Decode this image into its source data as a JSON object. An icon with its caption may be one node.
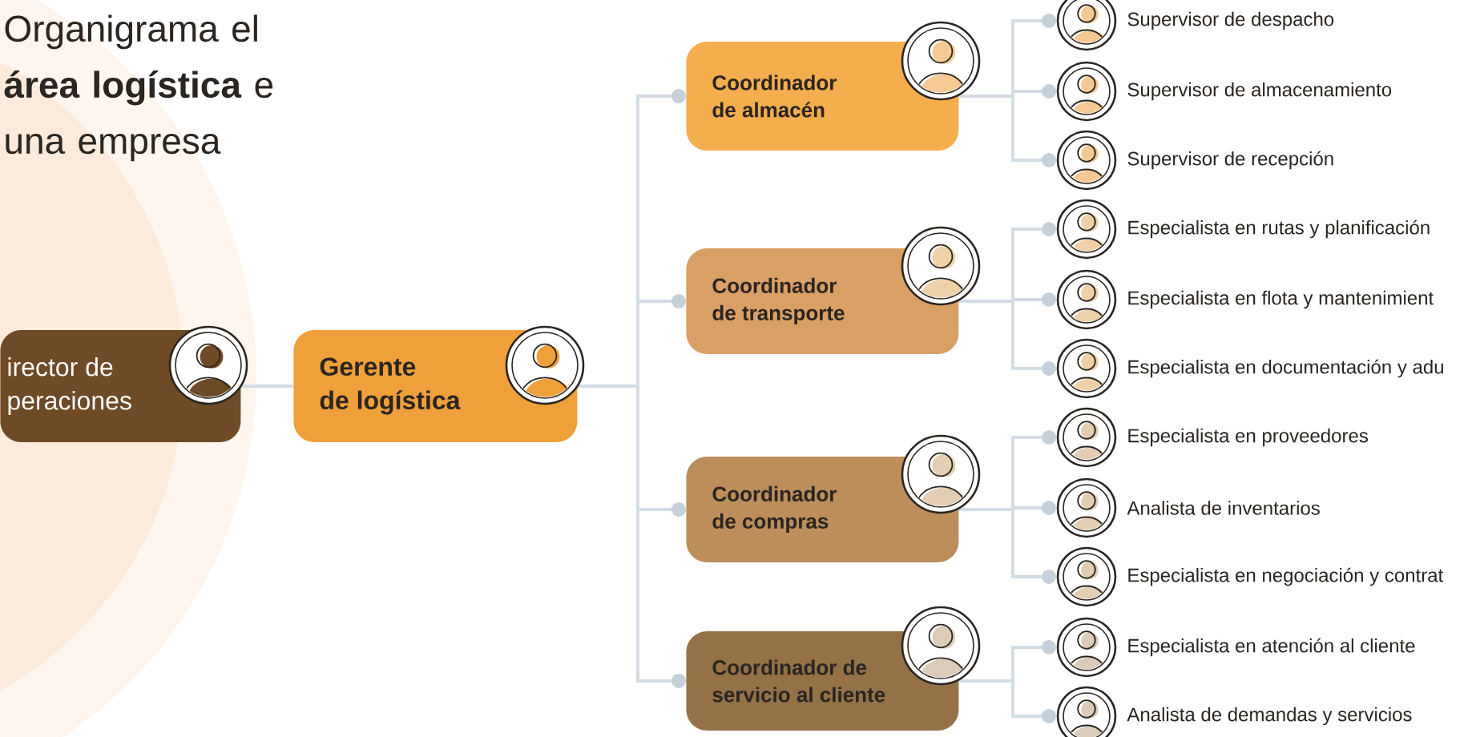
{
  "diagram": {
    "title": "Organigrama el **área logística** e una empresa",
    "nodes": [
      {
        "text": [
          "irector de peraciones"
        ]
      },
      {
        "text": [
          "Gerente de logística"
        ]
      },
      {
        "text": [
          "Coordinador de almacén"
        ]
      },
      {
        "text": [
          "Coordinador de transporte"
        ]
      },
      {
        "text": [
          "Coordinador de compras"
        ]
      },
      {
        "text": [
          "Coordinador de servicio al cliente"
        ]
      },
      {
        "text": [
          "Supervisor de despacho"
        ]
      },
      {
        "text": [
          "Supervisor de almacenamiento"
        ]
      },
      {
        "text": [
          "Supervisor de recepción"
        ]
      },
      {
        "text": [
          "Especialista en rutas y planificación"
        ]
      },
      {
        "text": [
          "Especialista en flota y mantenimient"
        ]
      },
      {
        "text": [
          "Especialista en documentación y adu"
        ]
      },
      {
        "text": [
          "Especialista en proveedores"
        ]
      },
      {
        "text": [
          "Analista de inventarios"
        ]
      },
      {
        "text": [
          "Especialista en negociación y contrat"
        ]
      },
      {
        "text": [
          "Especialista en atención al cliente"
        ]
      },
      {
        "text": [
          "Analista de demandas y servicios"
        ]
      }
    ],
    "edges": [
      {
        "from": 0,
        "to": 1,
        "arrow": "none"
      },
      {
        "from": 1,
        "to": 2,
        "arrow": "other"
      },
      {
        "from": 1,
        "to": 3,
        "arrow": "other"
      },
      {
        "from": 1,
        "to": 4,
        "arrow": "other"
      },
      {
        "from": 1,
        "to": 5,
        "arrow": "other"
      },
      {
        "from": 2,
        "to": 6,
        "arrow": "other"
      },
      {
        "from": 2,
        "to": 7,
        "arrow": "other"
      },
      {
        "from": 2,
        "to": 8,
        "arrow": "other"
      },
      {
        "from": 3,
        "to": 9,
        "arrow": "other"
      },
      {
        "from": 3,
        "to": 10,
        "arrow": "other"
      },
      {
        "from": 3,
        "to": 11,
        "arrow": "other"
      },
      {
        "from": 4,
        "to": 12,
        "arrow": "other"
      },
      {
        "from": 4,
        "to": 13,
        "arrow": "other"
      },
      {
        "from": 4,
        "to": 14,
        "arrow": "other"
      },
      {
        "from": 5,
        "to": 15,
        "arrow": "other"
      },
      {
        "from": 5,
        "to": 16,
        "arrow": "other"
      }
    ]
  }
}
